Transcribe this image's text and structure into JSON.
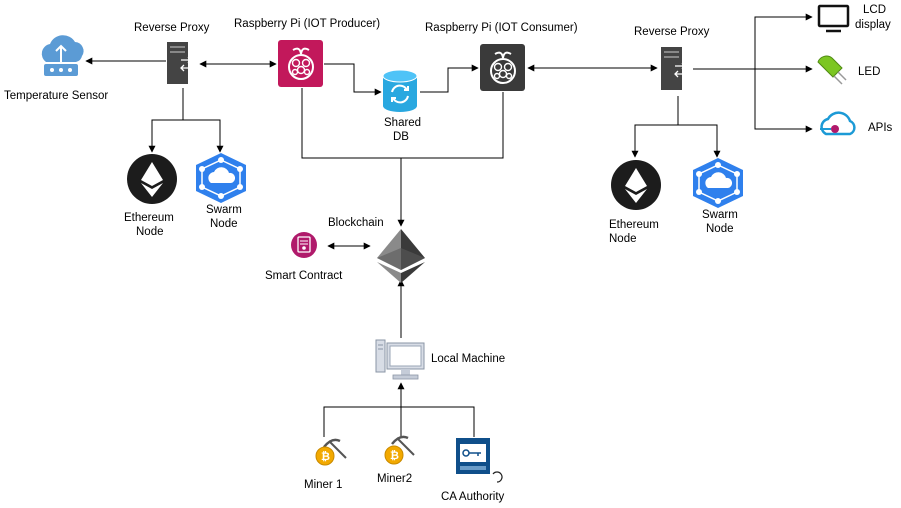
{
  "labels": {
    "temperature_sensor": "Temperature Sensor",
    "reverse_proxy_left": "Reverse Proxy",
    "raspberry_pi_producer": "Raspberry Pi (IOT Producer)",
    "raspberry_pi_consumer": "Raspberry Pi (IOT Consumer)",
    "reverse_proxy_right": "Reverse Proxy",
    "shared_db_line1": "Shared",
    "shared_db_line2": "DB",
    "ethereum_node_left_line1": "Ethereum",
    "ethereum_node_left_line2": "Node",
    "swarm_node_left_line1": "Swarm",
    "swarm_node_left_line2": "Node",
    "blockchain": "Blockchain",
    "smart_contract": "Smart Contract",
    "local_machine": "Local Machine",
    "miner1": "Miner 1",
    "miner2": "Miner2",
    "ca_authority": "CA Authority",
    "ethereum_node_right_line1": "Ethereum",
    "ethereum_node_right_line2": "Node",
    "swarm_node_right_line1": "Swarm",
    "swarm_node_right_line2": "Node",
    "lcd_line1": "LCD",
    "lcd_line2": "display",
    "led": "LED",
    "apis": "APIs"
  },
  "icons": {
    "raspberry_producer": "raspberry-pi-icon",
    "raspberry_consumer": "raspberry-pi-icon",
    "server": "server-proxy-icon",
    "database": "database-sync-icon",
    "ethereum": "ethereum-icon",
    "swarm": "swarm-network-icon",
    "blockchain": "blockchain-ethereum-icon",
    "contract": "smart-contract-icon",
    "computer": "desktop-computer-icon",
    "miner": "bitcoin-miner-icon",
    "ca": "certificate-authority-icon",
    "lcd": "monitor-icon",
    "led": "led-icon",
    "apis": "cloud-api-icon",
    "sensor": "cloud-sensor-icon"
  },
  "colors": {
    "pi_producer": "#c2185b",
    "pi_consumer": "#3a3a3a",
    "db": "#29a8e0",
    "swarm": "#2f80ed",
    "contract": "#b01a6b",
    "led": "#7cc622",
    "apis_cloud": "#1c9ad6"
  }
}
